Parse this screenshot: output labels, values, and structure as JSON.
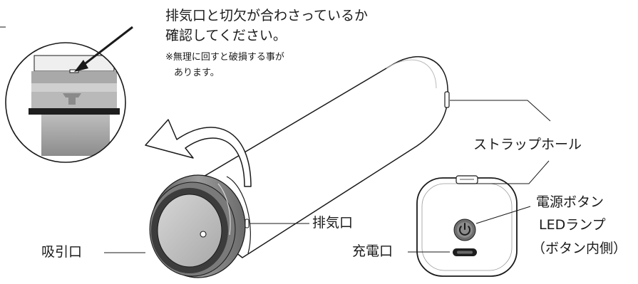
{
  "notice": {
    "line1": "排気口と切欠が合わさっているか",
    "line2": "確認してください。",
    "caution1": "※無理に回すと破損する事が",
    "caution2": "あります。"
  },
  "labels": {
    "strap_hole": "ストラップホール",
    "power_button_1": "電源ボタン",
    "power_button_2": "LEDランプ",
    "power_button_3": "（ボタン内側）",
    "exhaust_port": "排気口",
    "intake_port": "吸引口",
    "charge_port": "充電口"
  },
  "icons": {
    "power": "power-icon",
    "rotate_arrow": "rotate-arrow-icon"
  },
  "colors": {
    "line": "#1a1a1a",
    "dark_band": "#1e1e1e",
    "grey_mid": "#8a8a8a",
    "grey_light": "#c8c8c8"
  }
}
